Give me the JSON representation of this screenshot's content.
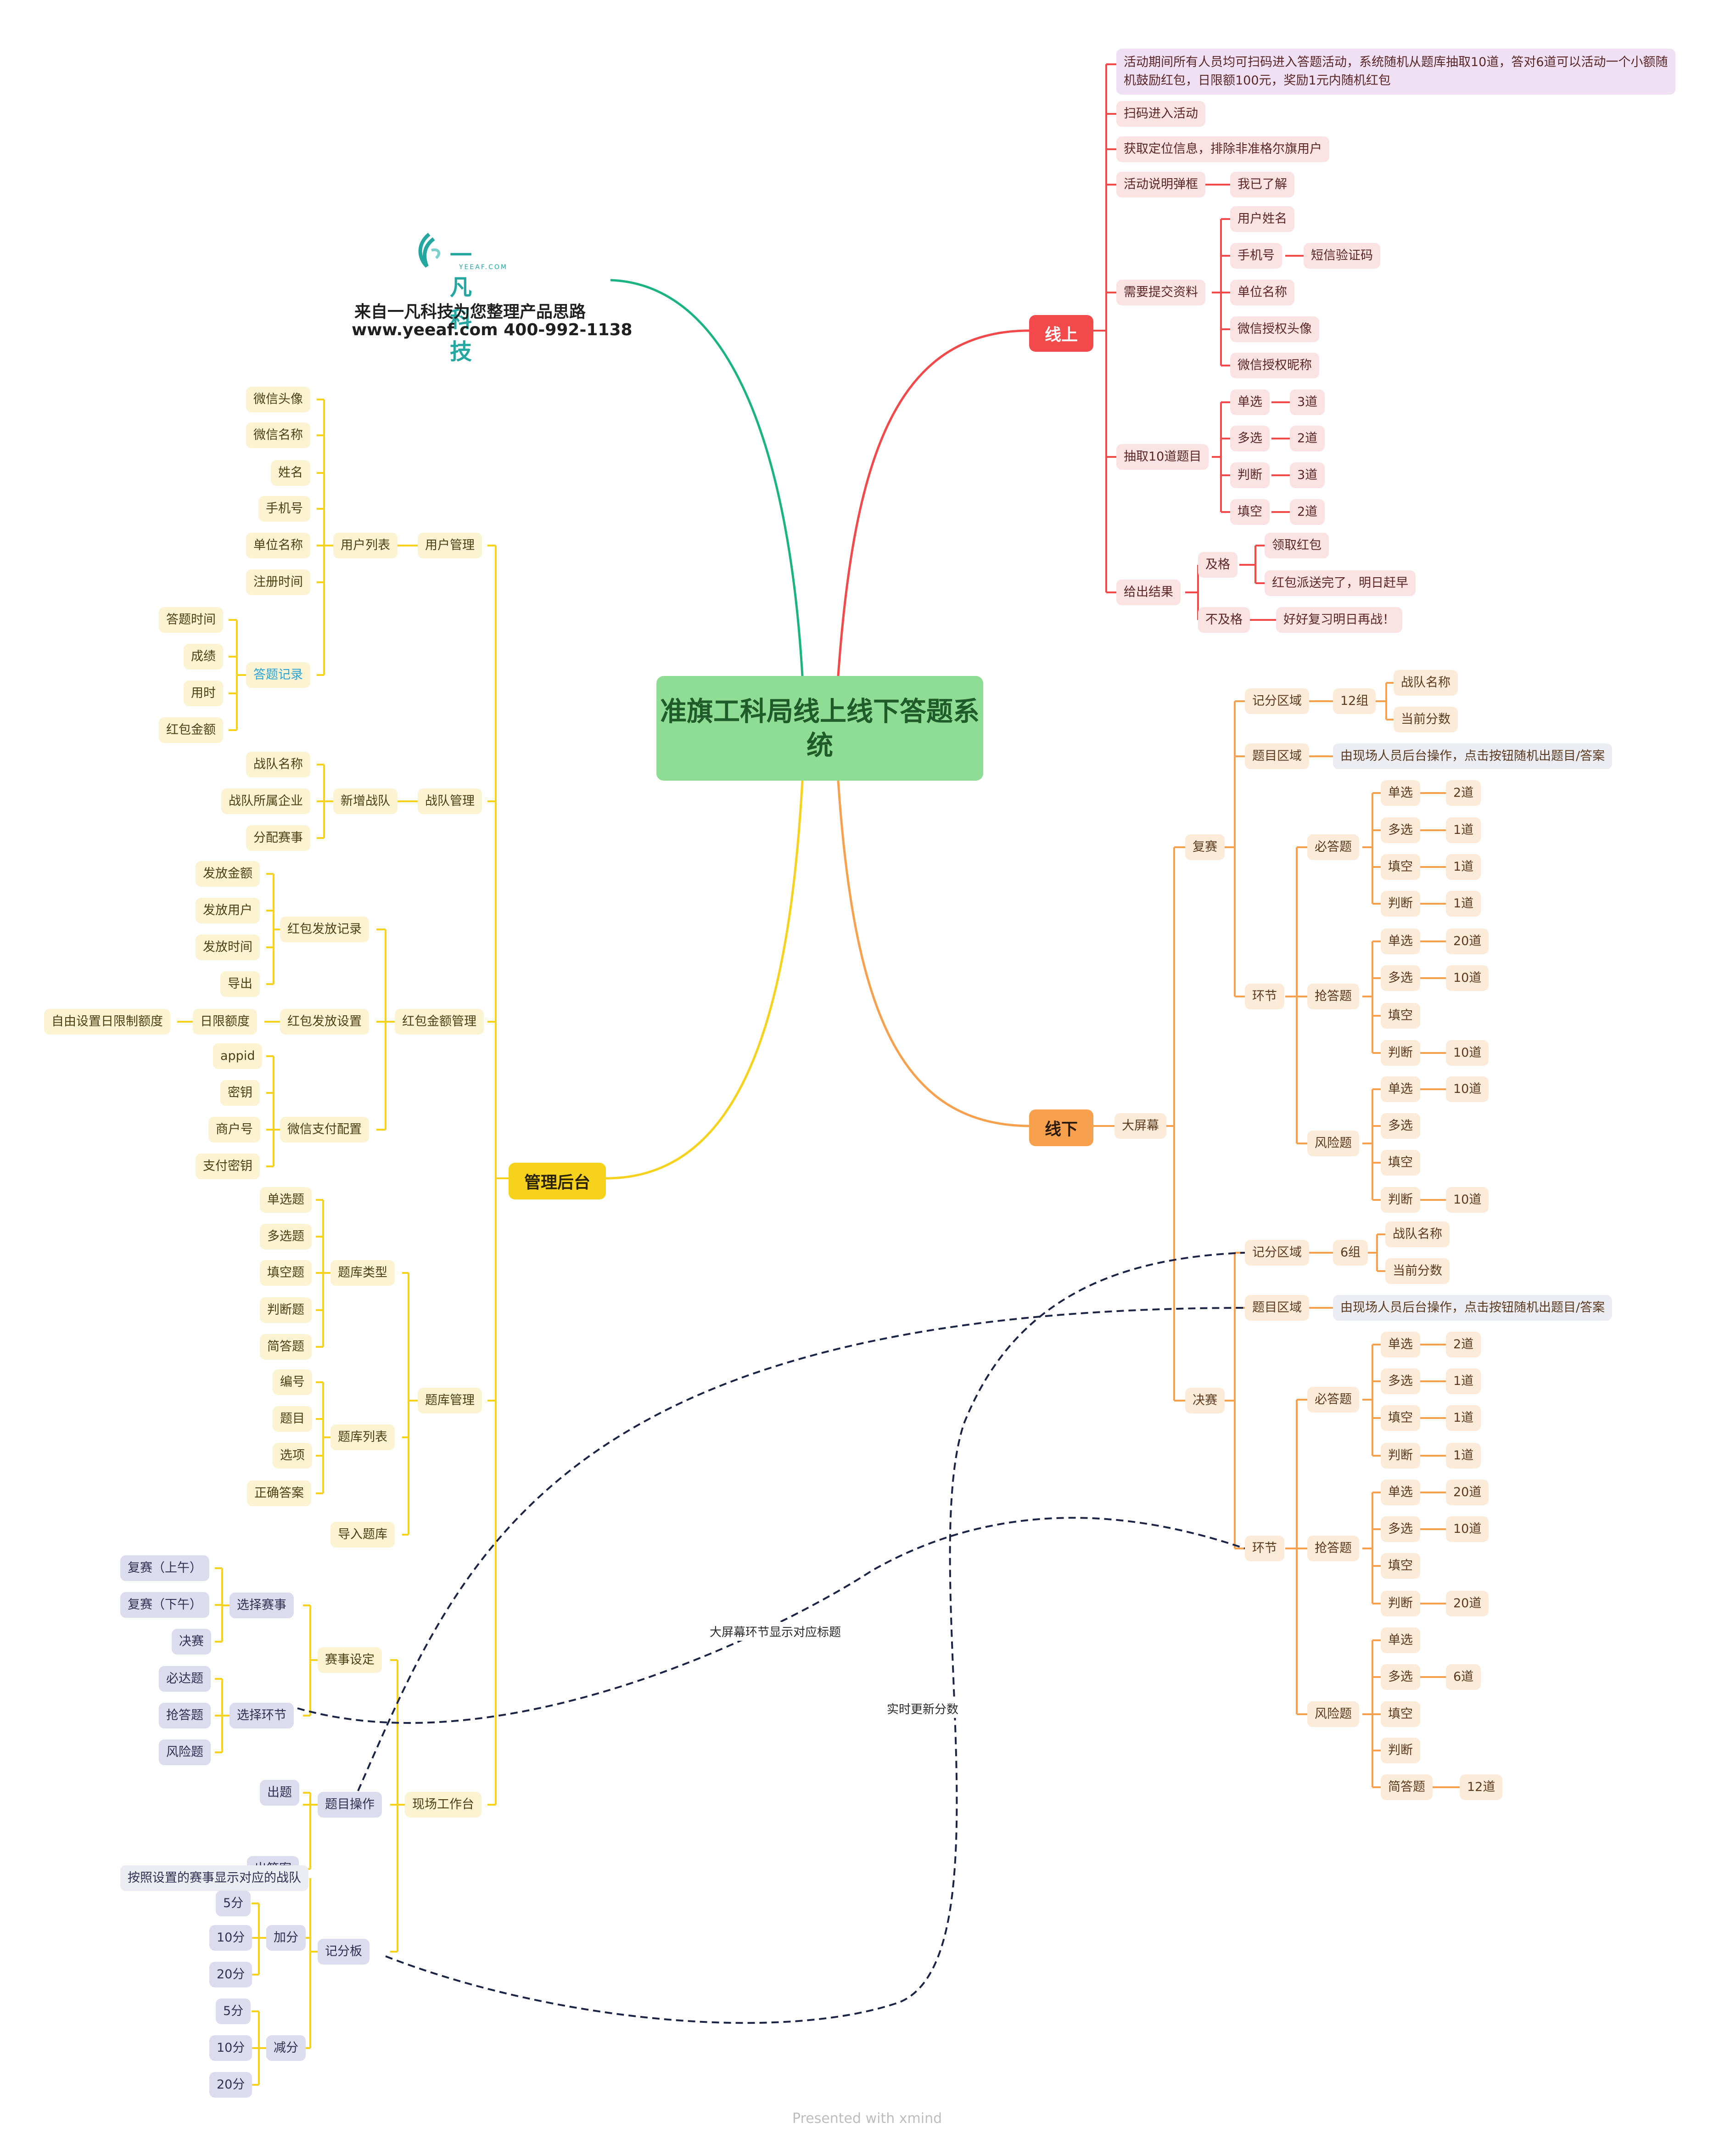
{
  "title": "准旗工科局线上线下答题系统",
  "branches": {
    "online": "线上",
    "offline": "线下",
    "admin": "管理后台"
  },
  "logo": {
    "text": "一凡科技",
    "sub": "YEEAF.COM",
    "line1": "来自一凡科技为您整理产品思路",
    "line2": "www.yeeaf.com   400-992-1138"
  },
  "online": {
    "desc_line1": "活动期间所有人员均可扫码进入答题活动，系统随机从题库抽取10道，答对6道可以活动一个小额随",
    "desc_line2": "机鼓励红包，日限额100元，奖励1元内随机红包",
    "scan": "扫码进入活动",
    "location": "获取定位信息，排除非准格尔旗用户",
    "popup": "活动说明弹框",
    "popup_child": "我已了解",
    "submit": "需要提交资料",
    "submit_items": [
      "用户姓名",
      "手机号",
      "单位名称",
      "微信授权头像",
      "微信授权昵称"
    ],
    "sms": "短信验证码",
    "draw": "抽取10道题目",
    "draw_items": [
      {
        "type": "单选",
        "count": "3道"
      },
      {
        "type": "多选",
        "count": "2道"
      },
      {
        "type": "判断",
        "count": "3道"
      },
      {
        "type": "填空",
        "count": "2道"
      }
    ],
    "result": "给出结果",
    "pass": "及格",
    "pass_items": [
      "领取红包",
      "红包派送完了，明日赶早"
    ],
    "fail": "不及格",
    "fail_item": "好好复习明日再战！"
  },
  "offline": {
    "screen": "大屏幕",
    "semifinal": {
      "label": "复赛",
      "score_area": "记分区域",
      "groups": "12组",
      "score_items": [
        "战队名称",
        "当前分数"
      ],
      "question_area": "题目区域",
      "question_desc": "由现场人员后台操作，点击按钮随机出题目/答案",
      "stage": "环节",
      "required": {
        "label": "必答题",
        "items": [
          {
            "t": "单选",
            "c": "2道"
          },
          {
            "t": "多选",
            "c": "1道"
          },
          {
            "t": "填空",
            "c": "1道"
          },
          {
            "t": "判断",
            "c": "1道"
          }
        ]
      },
      "rush": {
        "label": "抢答题",
        "items": [
          {
            "t": "单选",
            "c": "20道"
          },
          {
            "t": "多选",
            "c": "10道"
          },
          {
            "t": "填空",
            "c": ""
          },
          {
            "t": "判断",
            "c": "10道"
          }
        ]
      },
      "risk": {
        "label": "风险题",
        "items": [
          {
            "t": "单选",
            "c": "10道"
          },
          {
            "t": "多选",
            "c": ""
          },
          {
            "t": "填空",
            "c": ""
          },
          {
            "t": "判断",
            "c": "10道"
          }
        ]
      }
    },
    "final": {
      "label": "决赛",
      "score_area": "记分区域",
      "groups": "6组",
      "score_items": [
        "战队名称",
        "当前分数"
      ],
      "question_area": "题目区域",
      "question_desc": "由现场人员后台操作，点击按钮随机出题目/答案",
      "stage": "环节",
      "required": {
        "label": "必答题",
        "items": [
          {
            "t": "单选",
            "c": "2道"
          },
          {
            "t": "多选",
            "c": "1道"
          },
          {
            "t": "填空",
            "c": "1道"
          },
          {
            "t": "判断",
            "c": "1道"
          }
        ]
      },
      "rush": {
        "label": "抢答题",
        "items": [
          {
            "t": "单选",
            "c": "20道"
          },
          {
            "t": "多选",
            "c": "10道"
          },
          {
            "t": "填空",
            "c": ""
          },
          {
            "t": "判断",
            "c": "20道"
          }
        ]
      },
      "risk": {
        "label": "风险题",
        "items": [
          {
            "t": "单选",
            "c": ""
          },
          {
            "t": "多选",
            "c": "6道"
          },
          {
            "t": "填空",
            "c": ""
          },
          {
            "t": "判断",
            "c": ""
          },
          {
            "t": "简答题",
            "c": "12道"
          }
        ]
      }
    }
  },
  "admin": {
    "user_mgmt": "用户管理",
    "user_list": "用户列表",
    "user_fields": [
      "微信头像",
      "微信名称",
      "姓名",
      "手机号",
      "单位名称",
      "注册时间"
    ],
    "answer_record": "答题记录",
    "answer_fields": [
      "答题时间",
      "成绩",
      "用时",
      "红包金额"
    ],
    "team_mgmt": "战队管理",
    "new_team": "新增战队",
    "team_fields": [
      "战队名称",
      "战队所属企业",
      "分配赛事"
    ],
    "rp_mgmt": "红包金额管理",
    "rp_record": "红包发放记录",
    "rp_record_fields": [
      "发放金额",
      "发放用户",
      "发放时间",
      "导出"
    ],
    "rp_setting": "红包发放设置",
    "daily_limit": "日限额度",
    "daily_limit_desc": "自由设置日限制额度",
    "wx_pay": "微信支付配置",
    "wx_pay_fields": [
      "appid",
      "密钥",
      "商户号",
      "支付密钥"
    ],
    "bank_mgmt": "题库管理",
    "bank_type": "题库类型",
    "bank_types": [
      "单选题",
      "多选题",
      "填空题",
      "判断题",
      "简答题"
    ],
    "bank_list": "题库列表",
    "bank_list_fields": [
      "编号",
      "题目",
      "选项",
      "正确答案"
    ],
    "import": "导入题库",
    "console": "现场工作台",
    "event_setting": "赛事设定",
    "select_event": "选择赛事",
    "events": [
      "复赛（上午）",
      "复赛（下午）",
      "决赛"
    ],
    "select_stage": "选择环节",
    "stages": [
      "必达题",
      "抢答题",
      "风险题"
    ],
    "q_ops": "题目操作",
    "q_ops_items": [
      "出题",
      "出答案"
    ],
    "scoreboard": "记分板",
    "scoreboard_desc": "按照设置的赛事显示对应的战队",
    "add": "加分",
    "add_items": [
      "5分",
      "10分",
      "20分"
    ],
    "sub": "减分",
    "sub_items": [
      "5分",
      "10分",
      "20分"
    ]
  },
  "links": {
    "stage_link": "大屏幕环节显示对应标题",
    "score_link": "实时更新分数"
  },
  "footer": "Presented with xmind",
  "colors": {
    "green": "#1bb381",
    "red": "#f2494a",
    "orange": "#f7a14f",
    "yellow": "#f6d21c",
    "center": "#8fdc95"
  }
}
